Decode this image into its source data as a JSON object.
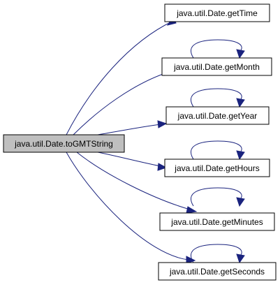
{
  "diagram": {
    "edge_color": "#1a237e",
    "root_fill": "#bfbfbf",
    "nodes": [
      {
        "id": "toGMTString",
        "label": "java.util.Date.toGMTString",
        "root": true
      },
      {
        "id": "getTime",
        "label": "java.util.Date.getTime"
      },
      {
        "id": "getMonth",
        "label": "java.util.Date.getMonth"
      },
      {
        "id": "getYear",
        "label": "java.util.Date.getYear"
      },
      {
        "id": "getHours",
        "label": "java.util.Date.getHours"
      },
      {
        "id": "getMinutes",
        "label": "java.util.Date.getMinutes"
      },
      {
        "id": "getSeconds",
        "label": "java.util.Date.getSeconds"
      }
    ],
    "edges": [
      {
        "from": "toGMTString",
        "to": "getTime"
      },
      {
        "from": "toGMTString",
        "to": "getMonth"
      },
      {
        "from": "toGMTString",
        "to": "getYear"
      },
      {
        "from": "toGMTString",
        "to": "getHours"
      },
      {
        "from": "toGMTString",
        "to": "getMinutes"
      },
      {
        "from": "toGMTString",
        "to": "getSeconds"
      },
      {
        "from": "getMonth",
        "to": "getMonth"
      },
      {
        "from": "getYear",
        "to": "getYear"
      },
      {
        "from": "getHours",
        "to": "getHours"
      },
      {
        "from": "getMinutes",
        "to": "getMinutes"
      },
      {
        "from": "getSeconds",
        "to": "getSeconds"
      }
    ]
  }
}
